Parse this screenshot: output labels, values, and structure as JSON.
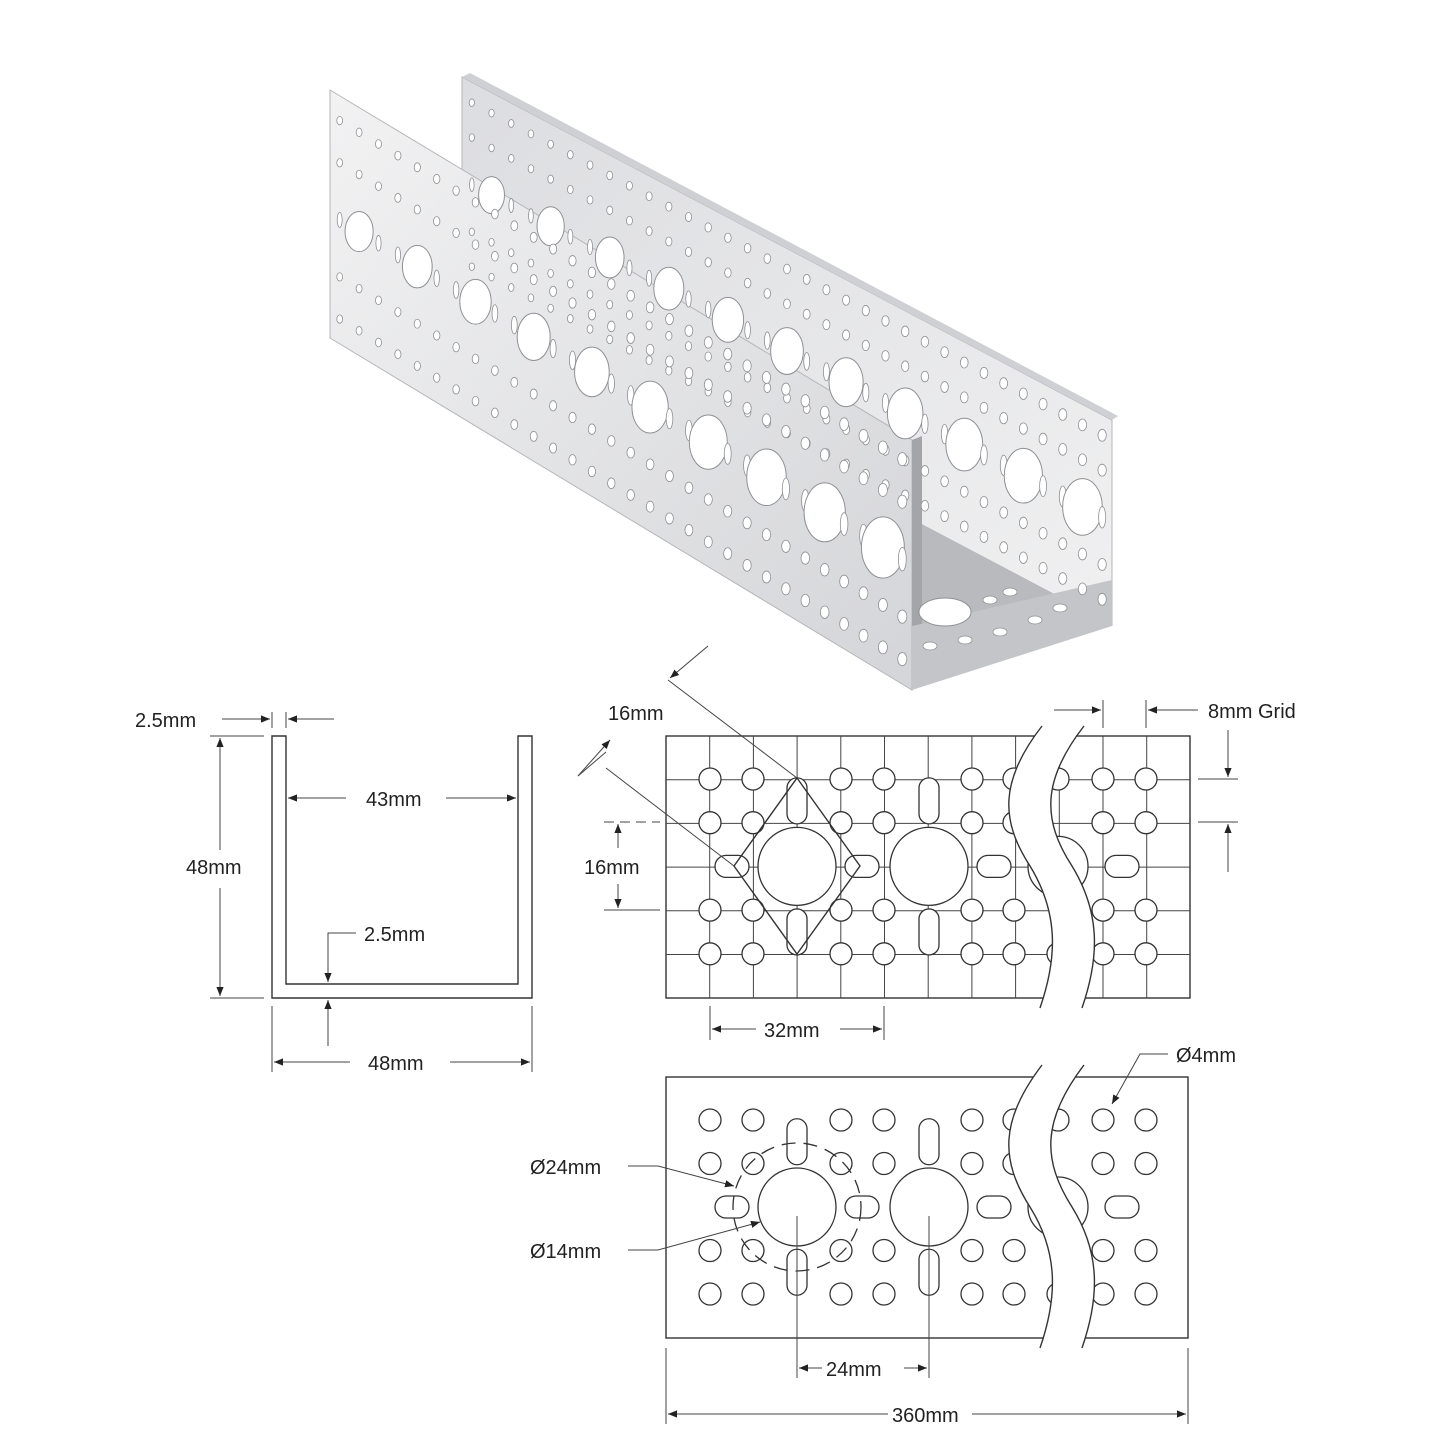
{
  "labels": {
    "wall_thickness_top": "2.5mm",
    "outer_height": "48mm",
    "inner_width": "43mm",
    "base_thickness": "2.5mm",
    "outer_width": "48mm",
    "diag_top": "16mm",
    "side_16mm": "16mm",
    "grid": "8mm Grid",
    "pitch_32": "32mm",
    "hole_4": "Ø4mm",
    "hole_24": "Ø24mm",
    "hole_14": "Ø14mm",
    "pitch_24": "24mm",
    "length_360": "360mm"
  },
  "colors": {
    "line": "#333333",
    "metal_light": "#e6e6e8",
    "metal_mid": "#c9cacd",
    "metal_dark": "#9fa1a5"
  }
}
